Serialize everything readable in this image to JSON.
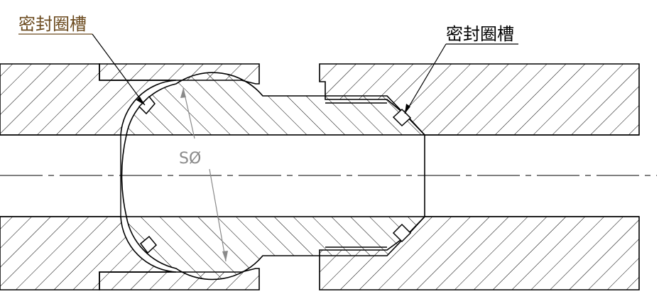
{
  "labels": {
    "left_callout": "密封圈槽",
    "right_callout": "密封圈槽",
    "dimension": "SØ"
  },
  "colors": {
    "outline": "#000000",
    "hatch": "#000000",
    "left_callout_text": "#6b4a1e",
    "dimension": "#8a8a8a",
    "background": "#ffffff"
  }
}
